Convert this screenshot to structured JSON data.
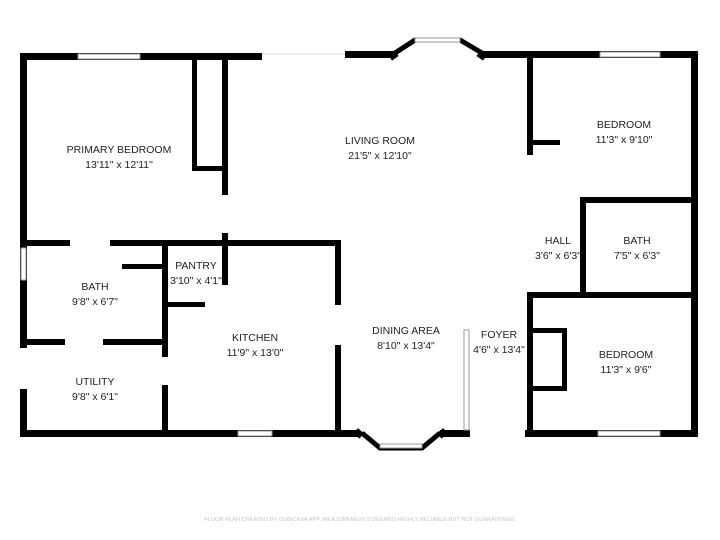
{
  "rooms": [
    {
      "name": "PRIMARY BEDROOM",
      "size": "13'11\" x 12'11\""
    },
    {
      "name": "LIVING ROOM",
      "size": "21'5\" x 12'10\""
    },
    {
      "name": "BEDROOM",
      "size": "11'3\" x 9'10\""
    },
    {
      "name": "HALL",
      "size": "3'6\" x 6'3\""
    },
    {
      "name": "BATH",
      "size": "7'5\" x 6'3\""
    },
    {
      "name": "BATH",
      "size": "9'8\" x 6'7\""
    },
    {
      "name": "PANTRY",
      "size": "3'10\" x 4'1\""
    },
    {
      "name": "KITCHEN",
      "size": "11'9\" x 13'0\""
    },
    {
      "name": "DINING AREA",
      "size": "8'10\" x 13'4\""
    },
    {
      "name": "FOYER",
      "size": "4'6\" x 13'4\""
    },
    {
      "name": "BEDROOM",
      "size": "11'3\" x 9'6\""
    },
    {
      "name": "UTILITY",
      "size": "9'8\" x 6'1\""
    }
  ],
  "footer": "FLOOR PLAN CREATED BY CUBICASA APP. MEASUREMENTS DEEMED HIGHLY RELIABLE BUT NOT GUARANTEED.",
  "colors": {
    "wall": "#000000",
    "window": "#bdbdbd"
  }
}
